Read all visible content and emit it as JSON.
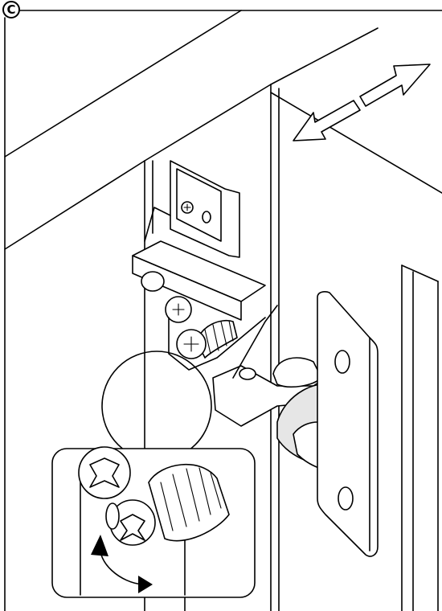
{
  "step": {
    "label": "C"
  },
  "figure": {
    "parts": [
      "cabinet-frame",
      "cabinet-panel",
      "door-panel",
      "mounting-plate",
      "hinge-arm",
      "hinge-cup",
      "adjustment-screw",
      "detail-zoom-inset",
      "direction-arrow",
      "rotation-arrow"
    ]
  },
  "colors": {
    "line": "#000000",
    "background": "#ffffff",
    "shade": "#e6e6e6"
  }
}
